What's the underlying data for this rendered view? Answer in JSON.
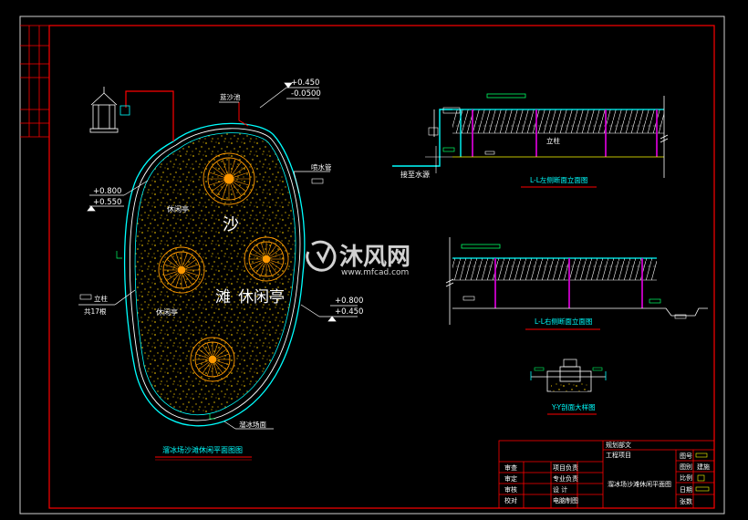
{
  "drawing": {
    "plan_title": "溜冰场沙滩休闲平面图图",
    "elevation_left_title": "L-L左侧断面立面图",
    "elevation_right_title": "L-L右侧断面立面图",
    "section_title": "Y-Y剖面大样图",
    "area_label_sha": "沙",
    "area_label_tan": "滩",
    "area_label_pavilion": "休闲亭",
    "pavilion_label_a": "休闲亭",
    "pavilion_label_b": "休闲亭",
    "pipe_label": "喷水管",
    "sand_label": "蓝沙池",
    "column_label": "立柱",
    "column_count": "共17根",
    "edge_label": "溜冰场面",
    "water_source": "接至水源",
    "column_label_elev": "立柱",
    "level_top_1": "+0.450",
    "level_top_2": "-0.0500",
    "level_left_1": "+0.800",
    "level_left_2": "+0.550",
    "level_right_1": "+0.800",
    "level_right_2": "+0.450"
  },
  "title_block": {
    "company": "规划部文",
    "project": "工程项目",
    "drawing_name": "溜冰场沙滩休闲平面图",
    "roles_left": [
      "审查",
      "审定",
      "审核",
      "校对"
    ],
    "roles_mid": [
      "项目负责",
      "专业负责",
      "设 计",
      "电脑制图"
    ],
    "fields_right": [
      "图号",
      "图别",
      "比例",
      "日期",
      "张数"
    ],
    "field_values_right": [
      "建施",
      ""
    ]
  },
  "watermark": {
    "brand": "沐风网",
    "url": "www.mfcad.com"
  },
  "colors": {
    "background": "#000000",
    "frame": "#ff0000",
    "outline": "#00ffff",
    "pavilion": "#ff9900",
    "sand": "#c9a400",
    "column": "#cc00cc",
    "white": "#ffffff",
    "green": "#00ff66"
  }
}
